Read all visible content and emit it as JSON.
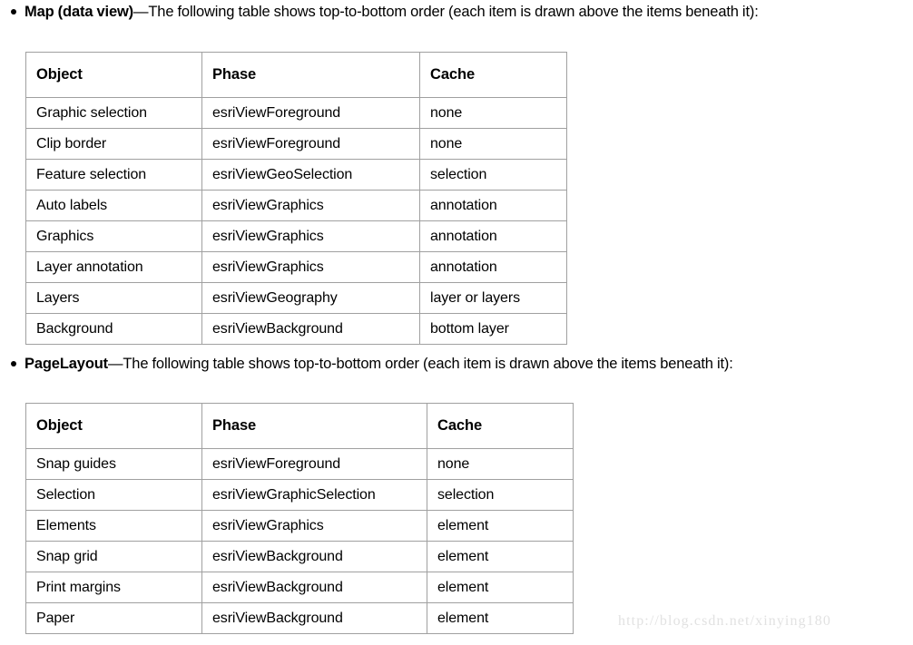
{
  "document": {
    "watermark": "http://blog.csdn.net/xinying180"
  },
  "sections": [
    {
      "id": "map-data-view",
      "bullet_lead": "Map (data view)",
      "bullet_rest": "—The following table shows top-to-bottom order (each item is drawn above the items beneath it):",
      "table": {
        "columns": [
          "Object",
          "Phase",
          "Cache"
        ],
        "rows": [
          [
            "Graphic selection",
            "esriViewForeground",
            "none"
          ],
          [
            "Clip border",
            "esriViewForeground",
            "none"
          ],
          [
            "Feature selection",
            "esriViewGeoSelection",
            "selection"
          ],
          [
            "Auto labels",
            "esriViewGraphics",
            "annotation"
          ],
          [
            "Graphics",
            "esriViewGraphics",
            "annotation"
          ],
          [
            "Layer annotation",
            "esriViewGraphics",
            "annotation"
          ],
          [
            "Layers",
            "esriViewGeography",
            "layer or layers"
          ],
          [
            "Background",
            "esriViewBackground",
            "bottom layer"
          ]
        ]
      }
    },
    {
      "id": "pagelayout",
      "bullet_lead": "PageLayout",
      "bullet_rest": "—The following table shows top-to-bottom order (each item is drawn above the items beneath it):",
      "table": {
        "columns": [
          "Object",
          "Phase",
          "Cache"
        ],
        "rows": [
          [
            "Snap guides",
            "esriViewForeground",
            "none"
          ],
          [
            "Selection",
            "esriViewGraphicSelection",
            "selection"
          ],
          [
            "Elements",
            "esriViewGraphics",
            "element"
          ],
          [
            "Snap grid",
            "esriViewBackground",
            "element"
          ],
          [
            "Print margins",
            "esriViewBackground",
            "element"
          ],
          [
            "Paper",
            "esriViewBackground",
            "element"
          ]
        ]
      }
    }
  ],
  "colors": {
    "text": "#000000",
    "table_border": "#a0a0a0",
    "watermark": "#e2e2e2",
    "background": "#ffffff"
  }
}
